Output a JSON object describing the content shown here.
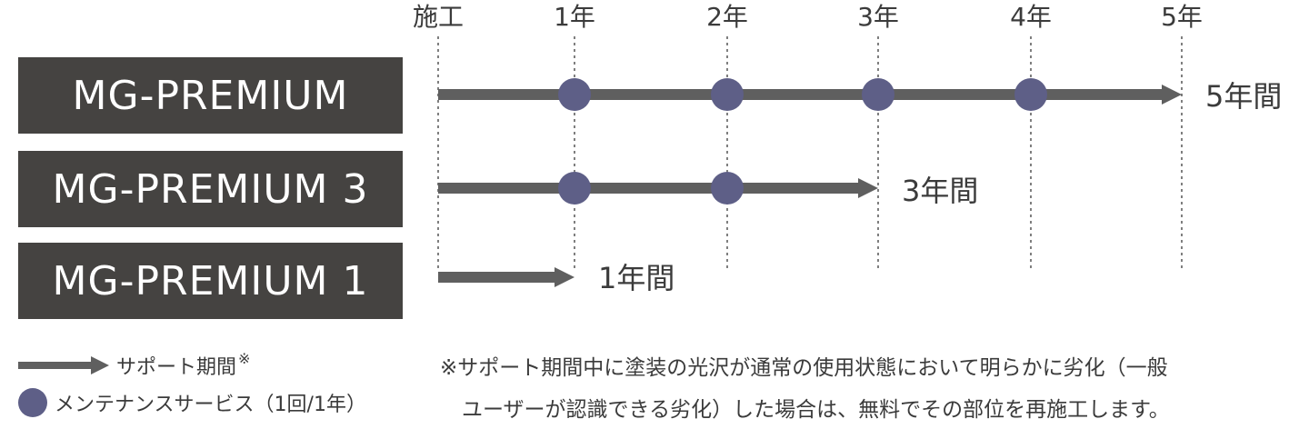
{
  "timeline": {
    "headers": [
      "施工",
      "1年",
      "2年",
      "3年",
      "4年",
      "5年"
    ]
  },
  "plans": [
    {
      "name": "MG-PREMIUM",
      "period_label": "5年間",
      "years": 5,
      "maintenance_years": [
        1,
        2,
        3,
        4
      ]
    },
    {
      "name": "MG-PREMIUM 3",
      "period_label": "3年間",
      "years": 3,
      "maintenance_years": [
        1,
        2
      ]
    },
    {
      "name": "MG-PREMIUM 1",
      "period_label": "1年間",
      "years": 1,
      "maintenance_years": []
    }
  ],
  "legend": {
    "support_label": "サポート期間",
    "support_mark": "※",
    "maintenance_label": "メンテナンスサービス（1回/1年）"
  },
  "note": {
    "line1": "※サポート期間中に塗装の光沢が通常の使用状態において明らかに劣化（一般",
    "line2": "ユーザーが認識できる劣化）した場合は、無料でその部位を再施工します。"
  },
  "colors": {
    "plan_box": "#454341",
    "arrow": "#5f5f5f",
    "dot": "#5e5f87",
    "text": "#3b3b3b"
  }
}
